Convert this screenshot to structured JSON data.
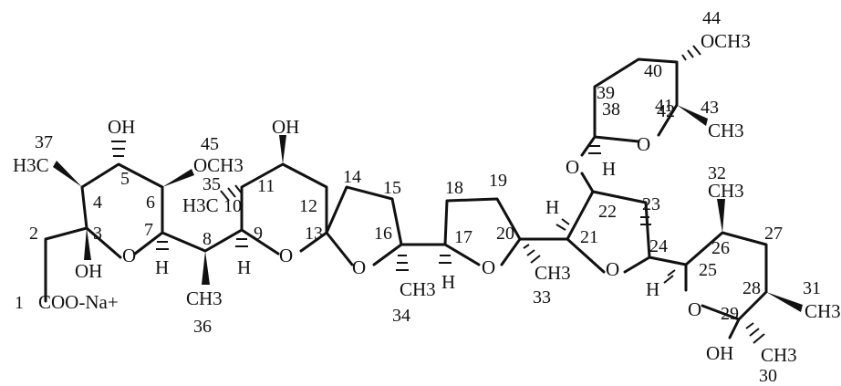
{
  "labels": {
    "oh_top_a": "OH",
    "oh_top_b": "OH",
    "och3_45": "OCH3",
    "n45": "45",
    "n37": "37",
    "h3c_37": "H3C",
    "n4": "4",
    "n5": "5",
    "n6": "6",
    "n3": "3",
    "n7": "7",
    "n2": "2",
    "oh_3": "OH",
    "h_7": "H",
    "n1": "1",
    "coo": "COO-Na+",
    "o_ring1": "O",
    "n8": "8",
    "ch3_36": "CH3",
    "n36": "36",
    "n35": "35",
    "h3c_35": "H3C",
    "n10": "10",
    "n11": "11",
    "n12": "12",
    "n9": "9",
    "h_9": "H",
    "o_ring2": "O",
    "n13": "13",
    "n14": "14",
    "n15": "15",
    "n16": "16",
    "o_ring3": "O",
    "ch3_34": "CH3",
    "n34": "34",
    "n17": "17",
    "h_17": "H",
    "n18": "18",
    "n19": "19",
    "n20": "20",
    "o_ring4": "O",
    "ch3_33": "CH3",
    "n33": "33",
    "n21": "21",
    "h_21": "H",
    "n22": "22",
    "n23": "23",
    "o_ring5": "O",
    "n24": "24",
    "o_link": "O",
    "n38": "38",
    "h_38": "H",
    "n39": "39",
    "n40": "40",
    "n41": "41",
    "n42": "42",
    "o_ring6": "O",
    "n43": "43",
    "ch3_43": "CH3",
    "n44": "44",
    "och3_44": "OCH3",
    "n32": "32",
    "ch3_32": "CH3",
    "n26": "26",
    "n27": "27",
    "n25": "25",
    "h_25": "H",
    "o_ring7": "O",
    "n28": "28",
    "n31": "31",
    "ch3_31": "CH3",
    "n29": "29",
    "oh_29": "OH",
    "ch3_30": "CH3",
    "n30": "30"
  }
}
